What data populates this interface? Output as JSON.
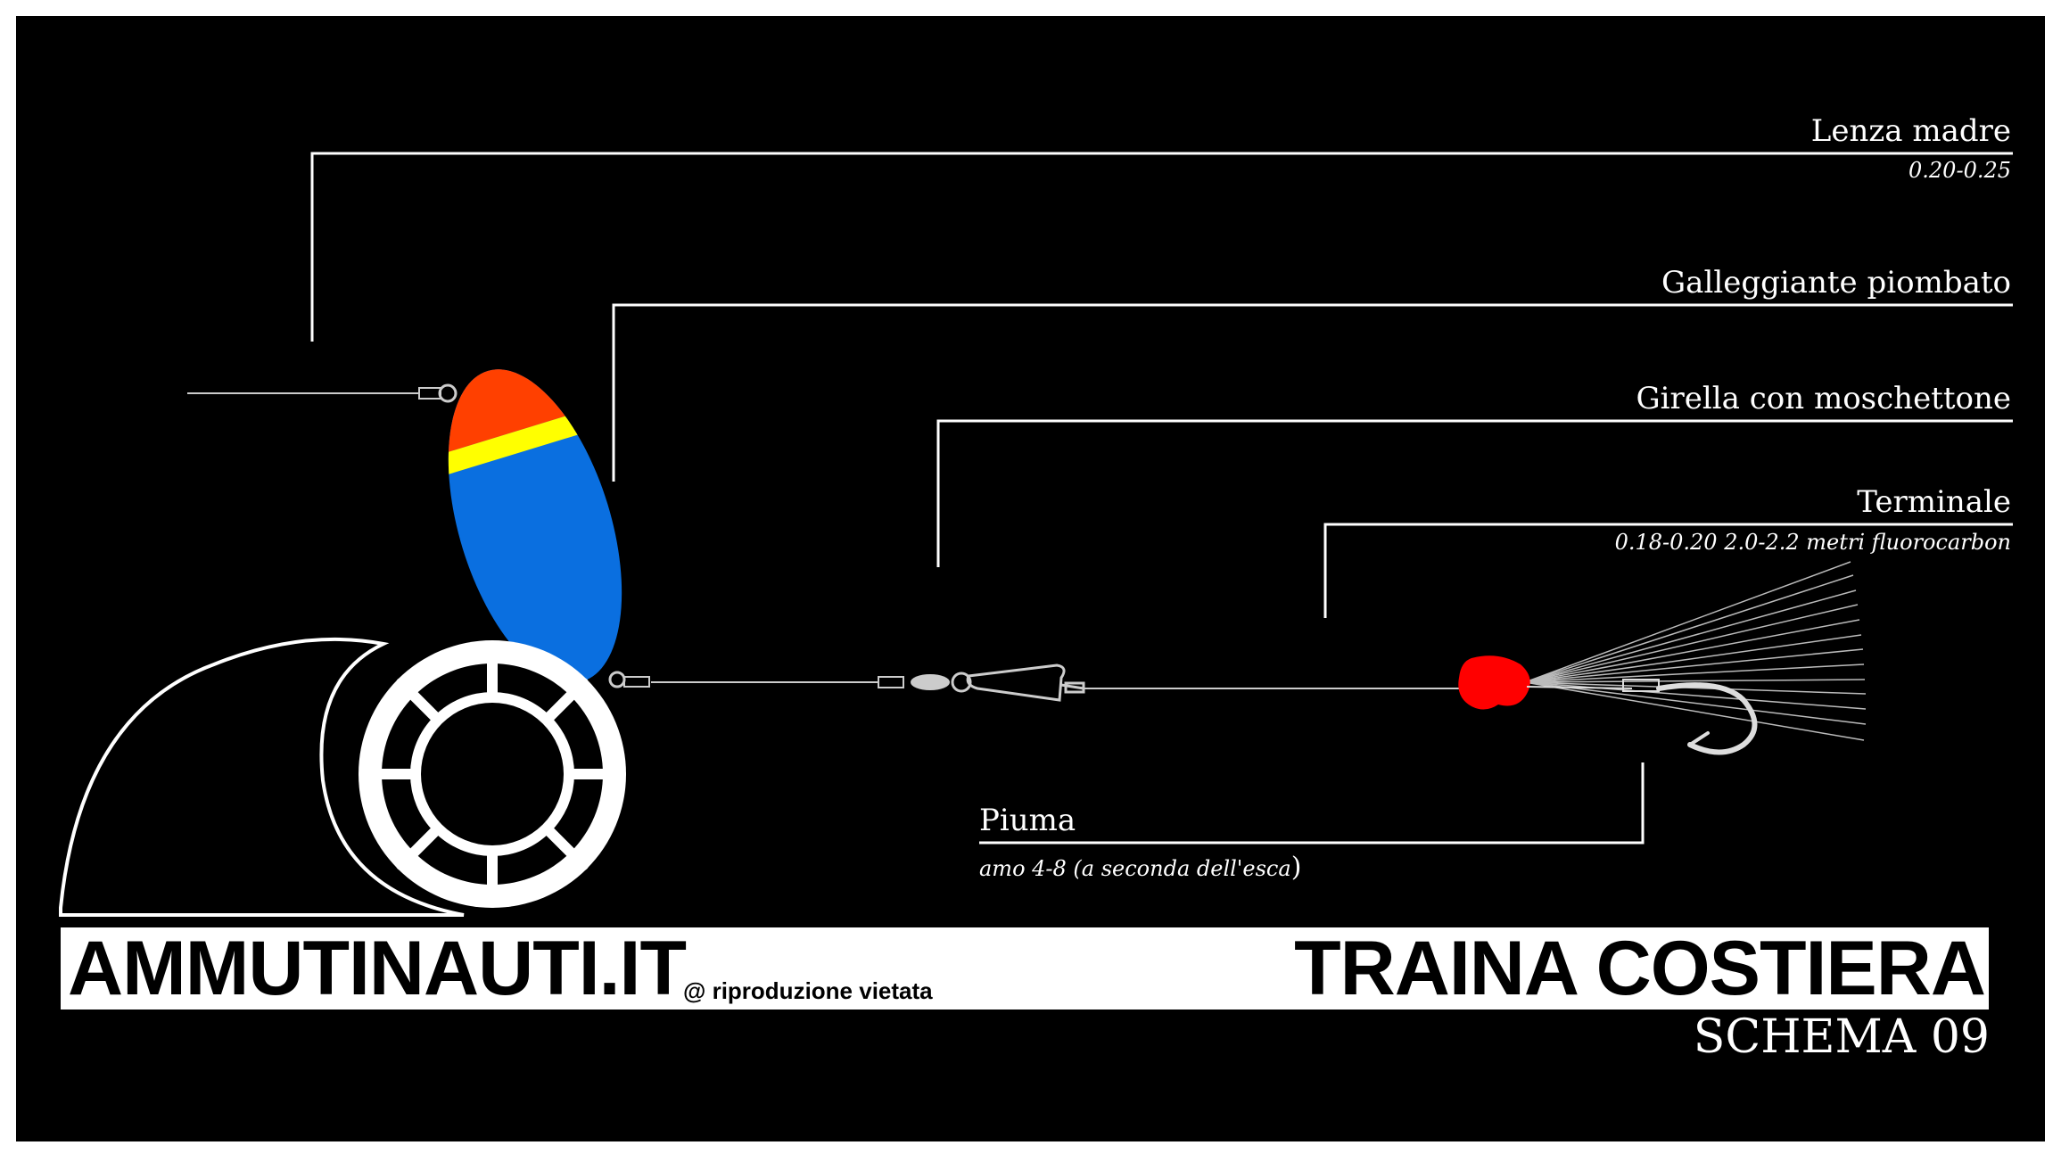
{
  "labels": {
    "main_line": {
      "title": "Lenza madre",
      "spec": "0.20-0.25"
    },
    "float": {
      "title": "Galleggiante piombato"
    },
    "swivel": {
      "title": "Girella con moschettone"
    },
    "leader": {
      "title": "Terminale",
      "spec": "0.18-0.20 2.0-2.2 metri fluorocarbon"
    },
    "feather": {
      "title": "Piuma",
      "spec": "amo 4-8 (a seconda dell'esca",
      "close_paren": ")"
    }
  },
  "footer": {
    "site": "AMMUTINAUTI.IT",
    "copyright": "@ riproduzione vietata",
    "title": "TRAINA COSTIERA",
    "subtitle": "SCHEMA 09"
  },
  "colors": {
    "background": "#000000",
    "frame": "#ffffff",
    "float_top": "#ff4000",
    "float_band": "#ffff00",
    "float_body": "#0a6fe0",
    "feather_head": "#ff0000",
    "lines": "#ffffff"
  },
  "icons": [
    "ship-wheel-logo-icon",
    "wave-logo-icon",
    "float-icon",
    "swivel-icon",
    "snap-icon",
    "feather-lure-icon",
    "hook-icon"
  ]
}
